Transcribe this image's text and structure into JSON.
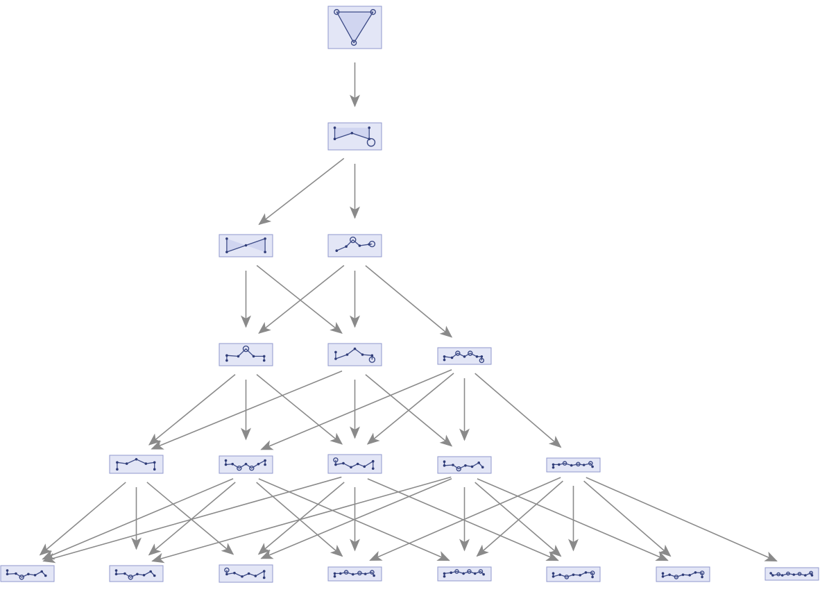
{
  "nodes": [
    {
      "id": "n0",
      "kind": "triangle"
    },
    {
      "id": "n1",
      "kind": "loop-right"
    },
    {
      "id": "n2a",
      "kind": "zigzag-square"
    },
    {
      "id": "n2b",
      "kind": "wave-rings-4"
    },
    {
      "id": "n3a",
      "kind": "wave-ring-top-5"
    },
    {
      "id": "n3b",
      "kind": "wave-ring-end-5"
    },
    {
      "id": "n3c",
      "kind": "wave-rings-6"
    },
    {
      "id": "n4a",
      "kind": "wave-5"
    },
    {
      "id": "n4b",
      "kind": "wave-rings-bottom-6"
    },
    {
      "id": "n4c",
      "kind": "wave-ring-start-6"
    },
    {
      "id": "n4d",
      "kind": "wave-ring-low-6"
    },
    {
      "id": "n4e",
      "kind": "wave-rings-7"
    },
    {
      "id": "n5a",
      "kind": "wave-ring-low-6"
    },
    {
      "id": "n5b",
      "kind": "wave-ring-low-6"
    },
    {
      "id": "n5c",
      "kind": "wave-ring-start-6"
    },
    {
      "id": "n5d",
      "kind": "wave-rings-7"
    },
    {
      "id": "n5e",
      "kind": "wave-rings-top-7"
    },
    {
      "id": "n5f",
      "kind": "wave-rings-end-7"
    },
    {
      "id": "n5g",
      "kind": "wave-rings-end-7"
    },
    {
      "id": "n5h",
      "kind": "wave-8"
    }
  ],
  "edges": [
    [
      "n0",
      "n1"
    ],
    [
      "n1",
      "n2a"
    ],
    [
      "n1",
      "n2b"
    ],
    [
      "n2a",
      "n3a"
    ],
    [
      "n2a",
      "n3b"
    ],
    [
      "n2b",
      "n3a"
    ],
    [
      "n2b",
      "n3b"
    ],
    [
      "n2b",
      "n3c"
    ],
    [
      "n3a",
      "n4a"
    ],
    [
      "n3a",
      "n4b"
    ],
    [
      "n3a",
      "n4c"
    ],
    [
      "n3b",
      "n4a"
    ],
    [
      "n3b",
      "n4c"
    ],
    [
      "n3b",
      "n4d"
    ],
    [
      "n3c",
      "n4b"
    ],
    [
      "n3c",
      "n4c"
    ],
    [
      "n3c",
      "n4d"
    ],
    [
      "n3c",
      "n4e"
    ],
    [
      "n4a",
      "n5a"
    ],
    [
      "n4a",
      "n5b"
    ],
    [
      "n4a",
      "n5c"
    ],
    [
      "n4b",
      "n5a"
    ],
    [
      "n4b",
      "n5b"
    ],
    [
      "n4b",
      "n5d"
    ],
    [
      "n4b",
      "n5e"
    ],
    [
      "n4c",
      "n5a"
    ],
    [
      "n4c",
      "n5c"
    ],
    [
      "n4c",
      "n5d"
    ],
    [
      "n4c",
      "n5f"
    ],
    [
      "n4d",
      "n5b"
    ],
    [
      "n4d",
      "n5c"
    ],
    [
      "n4d",
      "n5e"
    ],
    [
      "n4d",
      "n5f"
    ],
    [
      "n4d",
      "n5g"
    ],
    [
      "n4e",
      "n5d"
    ],
    [
      "n4e",
      "n5e"
    ],
    [
      "n4e",
      "n5f"
    ],
    [
      "n4e",
      "n5g"
    ],
    [
      "n4e",
      "n5h"
    ]
  ],
  "colors": {
    "node_background": "#e3e6f6",
    "node_border": "#8f97cc",
    "glyph": "#3c4a86",
    "edge": "#8a8a8a"
  }
}
